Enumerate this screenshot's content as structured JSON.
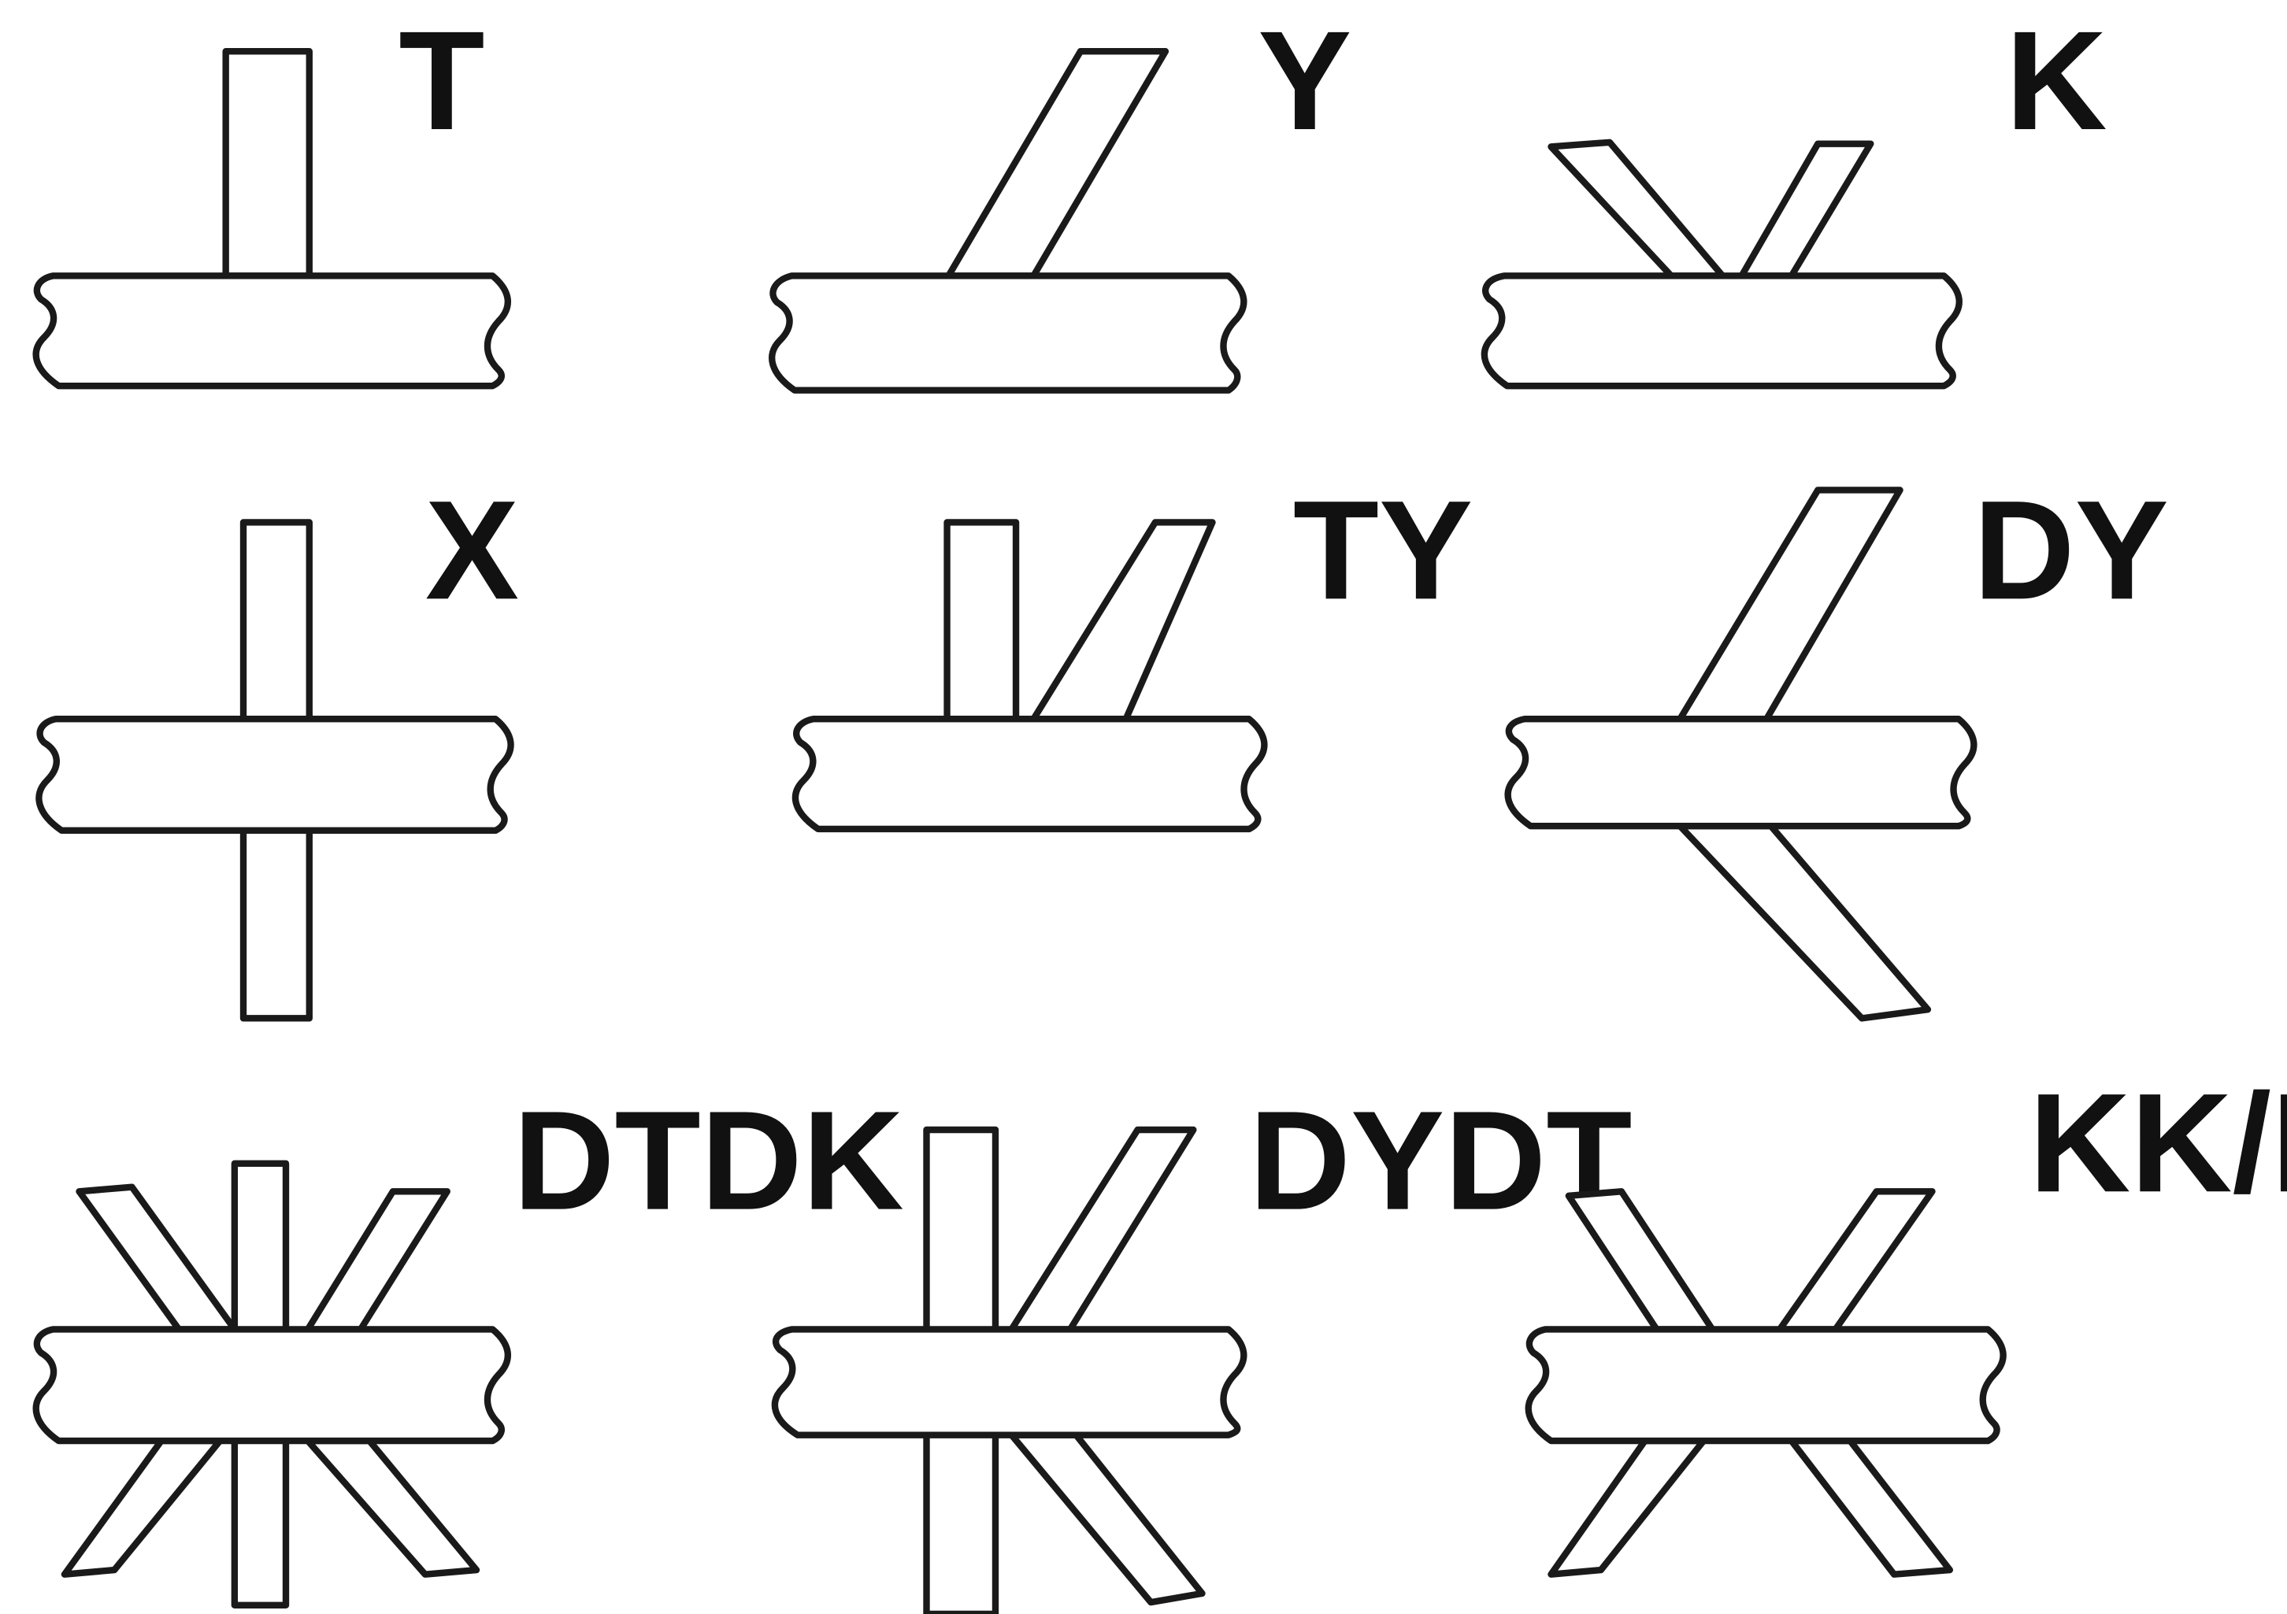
{
  "joints": [
    {
      "id": "t",
      "label": "T"
    },
    {
      "id": "y",
      "label": "Y"
    },
    {
      "id": "k",
      "label": "K"
    },
    {
      "id": "x",
      "label": "X"
    },
    {
      "id": "ty",
      "label": "TY"
    },
    {
      "id": "dy",
      "label": "DY"
    },
    {
      "id": "dtdk",
      "label": "DTDK"
    },
    {
      "id": "dydt",
      "label": "DYDT"
    },
    {
      "id": "kkdk",
      "label": "KK/DK"
    }
  ]
}
